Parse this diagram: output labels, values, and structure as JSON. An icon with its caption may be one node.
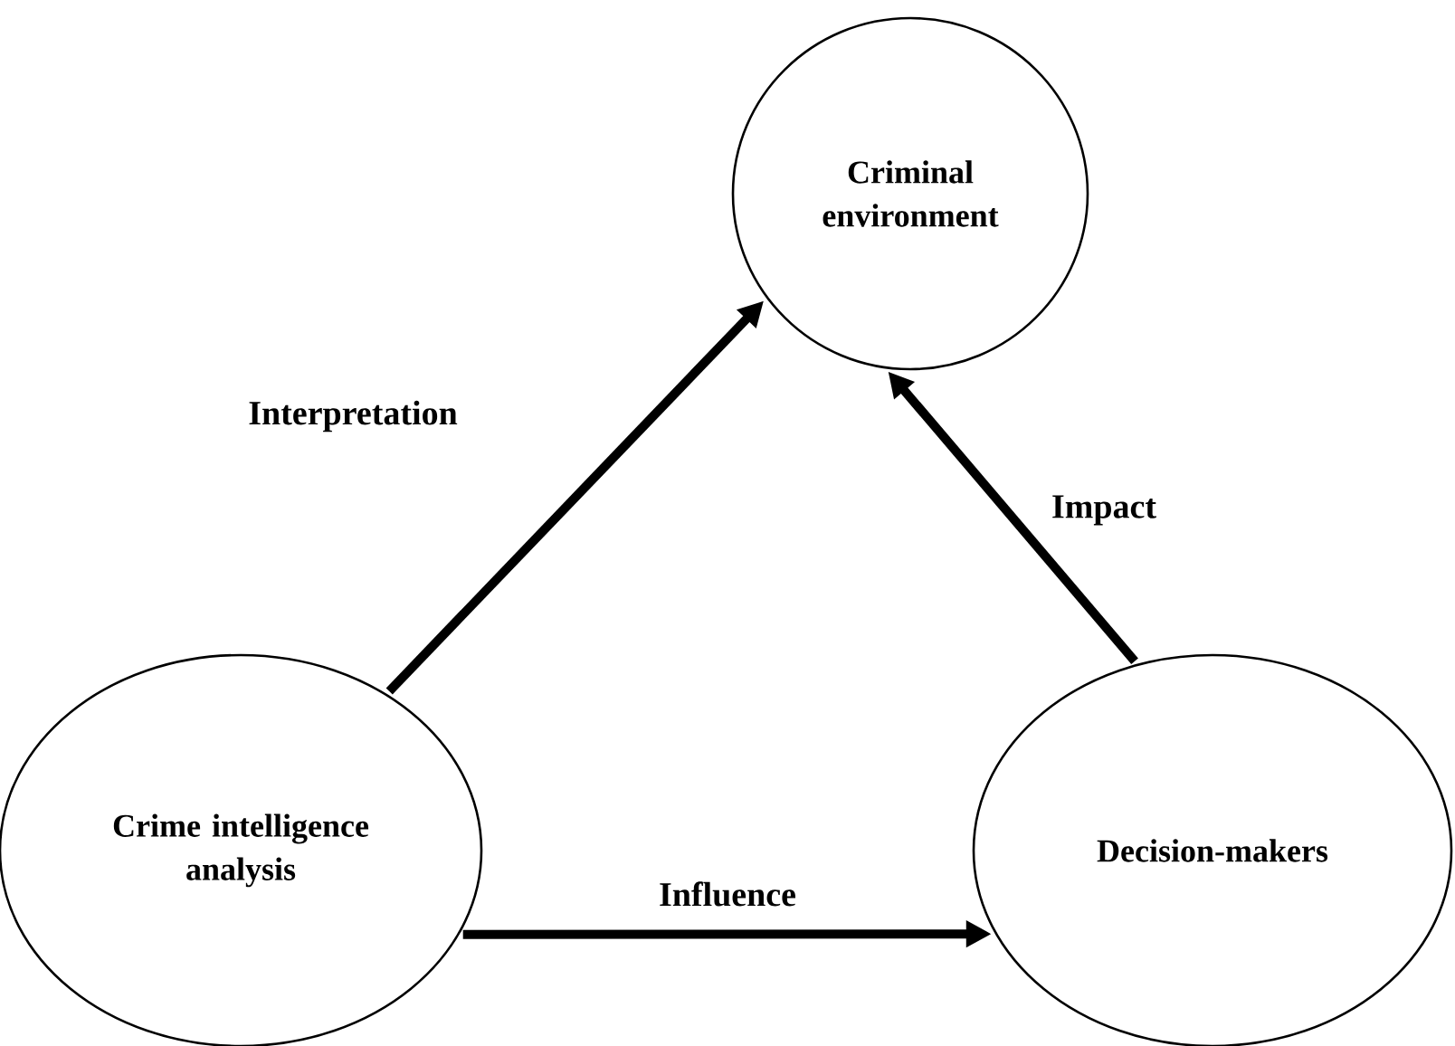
{
  "diagram": {
    "nodes": [
      {
        "text": [
          "Criminal environment"
        ]
      },
      {
        "text": [
          "Crime intelligence analysis"
        ]
      },
      {
        "text": [
          "Decision-makers"
        ]
      }
    ],
    "edges": [
      {
        "from": 1,
        "to": 0,
        "arrow": "to",
        "label": "Interpretation"
      },
      {
        "from": 2,
        "to": 0,
        "arrow": "to",
        "label": "Impact"
      },
      {
        "from": 1,
        "to": 2,
        "arrow": "to",
        "label": "Influence"
      }
    ]
  }
}
